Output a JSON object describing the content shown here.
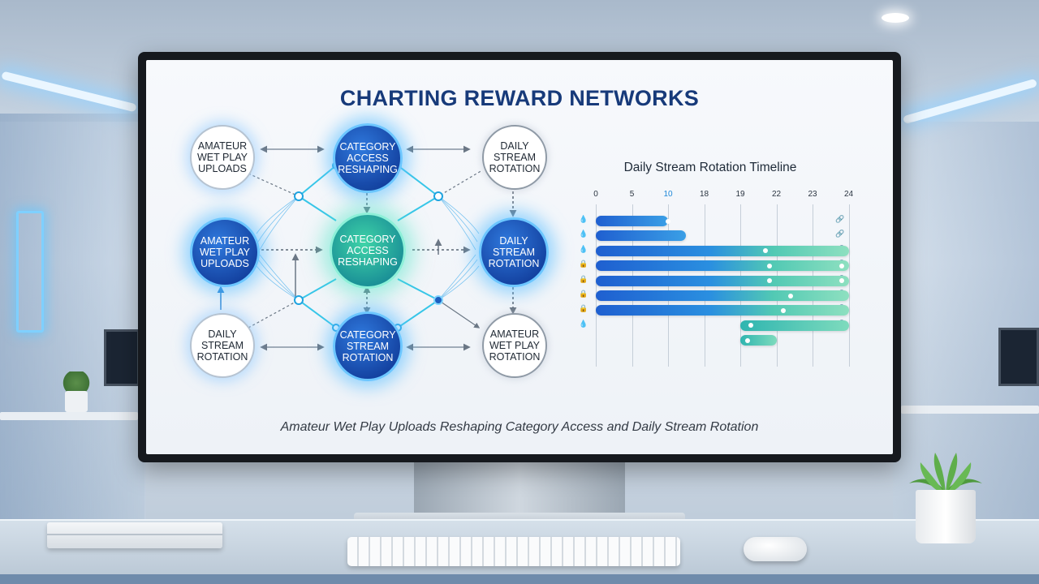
{
  "screen": {
    "title": "CHARTING REWARD NETWORKS",
    "caption": "Amateur Wet Play Uploads Reshaping Category Access and Daily Stream Rotation"
  },
  "network": {
    "nodes": [
      {
        "id": "n1",
        "label": "Amateur Wet Play Uploads",
        "style": "light"
      },
      {
        "id": "n2",
        "label": "Category Access Reshaping",
        "style": "blue"
      },
      {
        "id": "n3",
        "label": "Daily Stream Rotation",
        "style": "light-grey"
      },
      {
        "id": "n4",
        "label": "Amateur Wet Play Uploads",
        "style": "blue"
      },
      {
        "id": "n5",
        "label": "Category Access Reshaping",
        "style": "green"
      },
      {
        "id": "n6",
        "label": "Daily Stream Rotation",
        "style": "blue"
      },
      {
        "id": "n7",
        "label": "Daily Stream Rotation",
        "style": "light"
      },
      {
        "id": "n8",
        "label": "Category Stream Rotation",
        "style": "blue"
      },
      {
        "id": "n9",
        "label": "Amateur Wet Play Rotation",
        "style": "light-grey"
      }
    ]
  },
  "chart_data": {
    "type": "bar",
    "title": "Daily Stream Rotation Timeline",
    "x_ticks": [
      "0",
      "5",
      "10",
      "18",
      "19",
      "22",
      "23",
      "24"
    ],
    "highlight_tick": "10",
    "row_icons_left": [
      "droplet-icon",
      "droplet-icon",
      "droplet-icon",
      "lock-icon",
      "lock-icon",
      "lock-icon",
      "lock-icon",
      "droplet-icon"
    ],
    "row_icons_right": [
      "link-icon",
      "link-icon",
      "link-icon",
      "link-icon",
      "link-icon",
      "link-icon",
      "link-icon",
      "link-icon"
    ],
    "rows": [
      {
        "start_tick": 0,
        "end_tick": 2,
        "marker_tick": 2
      },
      {
        "start_tick": 0,
        "end_tick": 2.5
      },
      {
        "start_tick": 0,
        "end_tick": 7,
        "marker_tick": 4.7
      },
      {
        "start_tick": 0,
        "end_tick": 7,
        "marker_tick": 4.8,
        "marker2_tick": 6.8
      },
      {
        "start_tick": 0,
        "end_tick": 7,
        "marker_tick": 4.8,
        "marker2_tick": 6.8
      },
      {
        "start_tick": 0,
        "end_tick": 7,
        "marker_tick": 5.4
      },
      {
        "start_tick": 0,
        "end_tick": 7,
        "marker_tick": 5.2
      },
      {
        "start_tick": 4,
        "end_tick": 7,
        "marker_tick": 4.3
      },
      {
        "start_tick": 4,
        "end_tick": 5,
        "marker_tick": 4.2
      }
    ]
  }
}
